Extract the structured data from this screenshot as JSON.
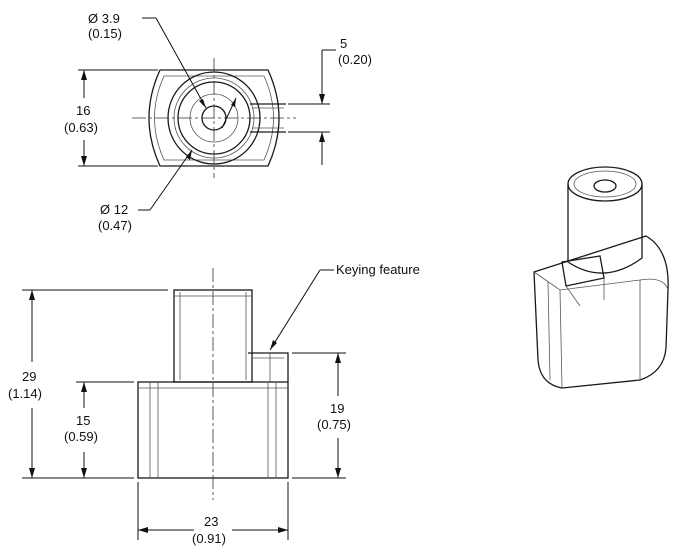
{
  "colors": {
    "line": "#111111",
    "object": "#1a1a1a",
    "shading": "#f2f2f2"
  },
  "callouts": {
    "hole_dia": {
      "value": "Ø 3.9",
      "inch": "(0.15)"
    },
    "boss_dia": {
      "value": "Ø 12",
      "inch": "(0.47)"
    },
    "slot_width": {
      "value": "5",
      "inch": "(0.20)"
    },
    "top_height": {
      "value": "16",
      "inch": "(0.63)"
    },
    "overall_height": {
      "value": "29",
      "inch": "(1.14)"
    },
    "base_height": {
      "value": "15",
      "inch": "(0.59)"
    },
    "key_height": {
      "value": "19",
      "inch": "(0.75)"
    },
    "width": {
      "value": "23",
      "inch": "(0.91)"
    },
    "keying_feature": "Keying feature"
  }
}
